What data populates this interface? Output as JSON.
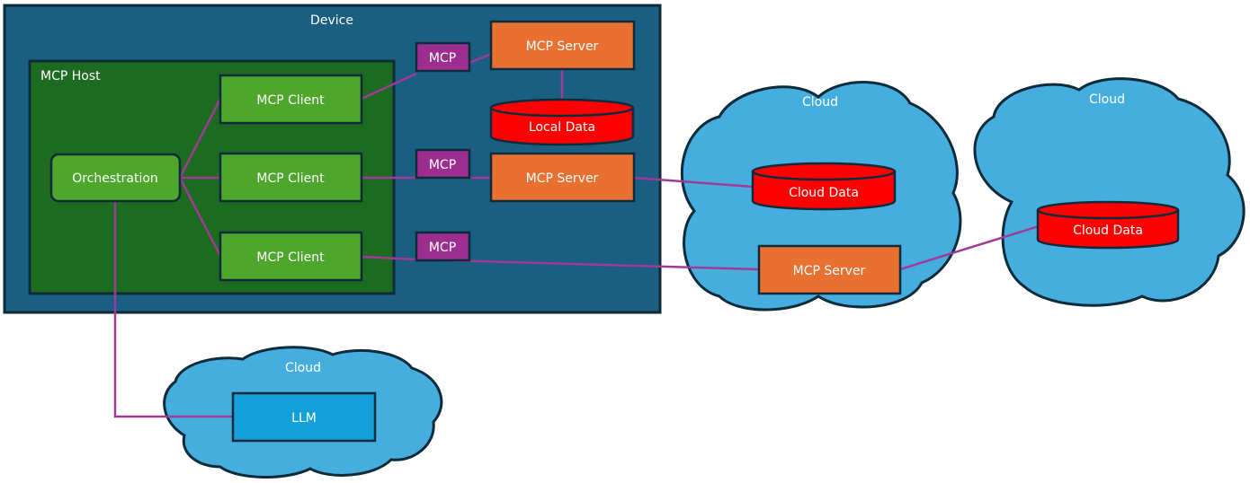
{
  "device": {
    "label": "Device"
  },
  "host": {
    "label": "MCP Host"
  },
  "orchestration": {
    "label": "Orchestration"
  },
  "clients": [
    {
      "label": "MCP Client"
    },
    {
      "label": "MCP Client"
    },
    {
      "label": "MCP Client"
    }
  ],
  "protocols": [
    {
      "label": "MCP"
    },
    {
      "label": "MCP"
    },
    {
      "label": "MCP"
    }
  ],
  "servers": [
    {
      "label": "MCP Server"
    },
    {
      "label": "MCP Server"
    },
    {
      "label": "MCP Server"
    }
  ],
  "local_data": {
    "label": "Local Data"
  },
  "clouds": [
    {
      "label": "Cloud"
    },
    {
      "label": "Cloud"
    },
    {
      "label": "Cloud"
    }
  ],
  "cloud_data": [
    {
      "label": "Cloud Data"
    },
    {
      "label": "Cloud Data"
    }
  ],
  "llm": {
    "label": "LLM"
  },
  "colors": {
    "device_fill": "#1a5e82",
    "host_fill": "#1c6b20",
    "client_fill": "#4ea62c",
    "server_fill": "#e87131",
    "mcp_fill": "#9b2e8e",
    "data_fill": "#ff0000",
    "cloud_fill": "#46aedf",
    "llm_fill": "#13a0d8",
    "connector": "#a03a98",
    "outline": "#0d2b3a"
  }
}
